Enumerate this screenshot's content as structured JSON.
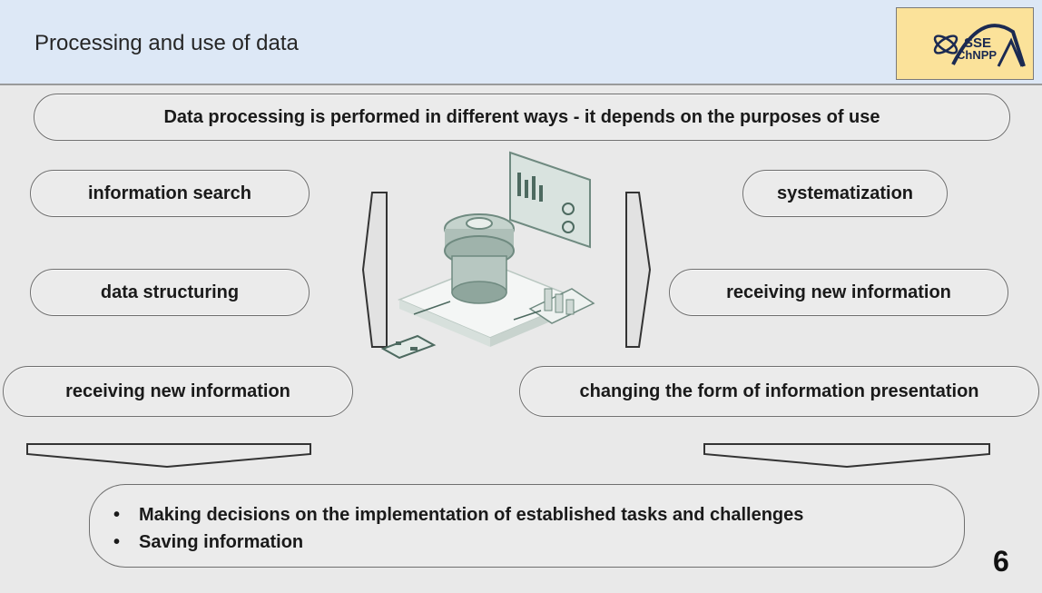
{
  "header": {
    "title": "Processing and use of data",
    "logo_text_top": "SSE",
    "logo_text_bottom": "ChNPP"
  },
  "banner": "Data processing is performed in different ways - it depends on the purposes of use",
  "left_items": [
    "information search",
    "data structuring",
    "receiving new information"
  ],
  "right_items": [
    "systematization",
    "receiving new information",
    "changing the form of information presentation"
  ],
  "outcomes": [
    "Making decisions on the implementation of established tasks and challenges",
    "Saving information"
  ],
  "bullet_char": "•",
  "page_number": "6",
  "colors": {
    "header_bg": "#dde8f6",
    "logo_bg": "#fbe29a",
    "slide_bg": "#e9e9e9",
    "accent_green": "#7fa898"
  }
}
